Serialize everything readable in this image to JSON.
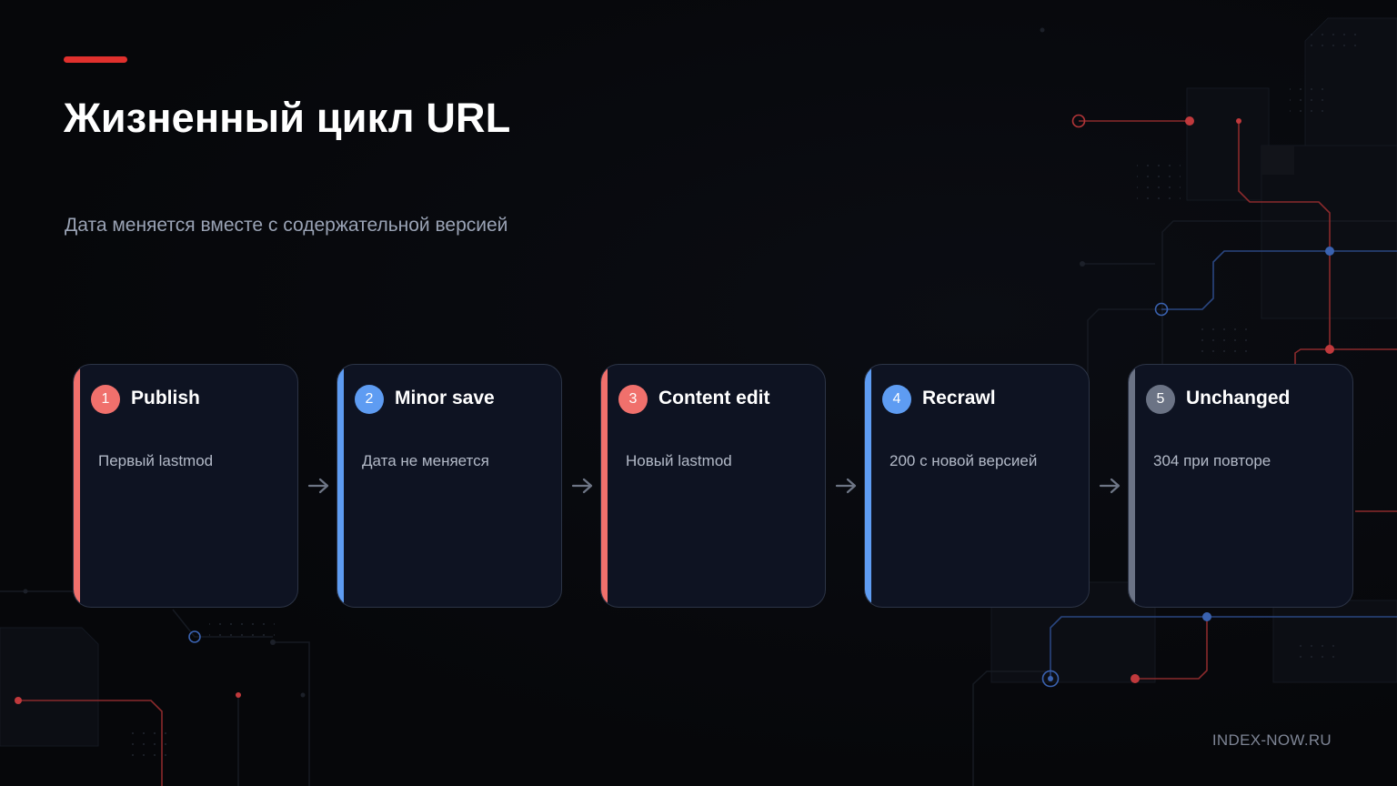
{
  "slide": {
    "title": "Жизненный цикл URL",
    "subtitle": "Дата меняется вместе с содержательной версией",
    "footer": "INDEX-NOW.RU",
    "accent_color": "#e0302d"
  },
  "steps": [
    {
      "number": "1",
      "title": "Publish",
      "description": "Первый lastmod",
      "color": "#f0706c"
    },
    {
      "number": "2",
      "title": "Minor save",
      "description": "Дата не меняется",
      "color": "#5e9cf2"
    },
    {
      "number": "3",
      "title": "Content edit",
      "description": "Новый lastmod",
      "color": "#f0706c"
    },
    {
      "number": "4",
      "title": "Recrawl",
      "description": "200 с новой версией",
      "color": "#5e9cf2"
    },
    {
      "number": "5",
      "title": "Unchanged",
      "description": "304 при повторе",
      "color": "#6b7385"
    }
  ],
  "connectors": {
    "icon": "arrow-right-icon",
    "color": "#6e7686"
  }
}
